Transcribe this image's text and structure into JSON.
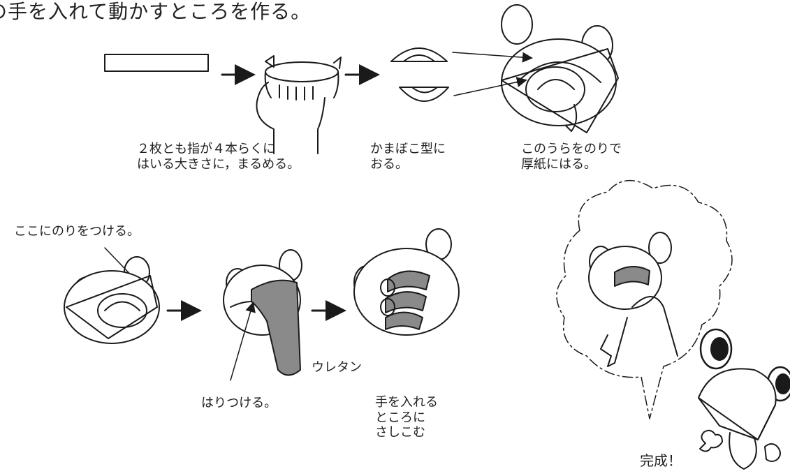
{
  "title": "の手を入れて動かすところを作る。",
  "captions": {
    "roll": "２枚とも指が４本らくに\nはいる大きさに，まるめる。",
    "fold": "かまぼこ型に\nおる。",
    "glue_back": "このうらをのりで\n厚紙にはる。",
    "glue_here": "ここにのりをつける。",
    "urethane": "ウレタン",
    "stick": "はりつける。",
    "hand_slot": "手を入れる\nところに\nさしこむ",
    "done": "完成！"
  },
  "colors": {
    "line": "#1a1a1a",
    "urethane": "#8a8a8a",
    "paper": "#ffffff"
  }
}
